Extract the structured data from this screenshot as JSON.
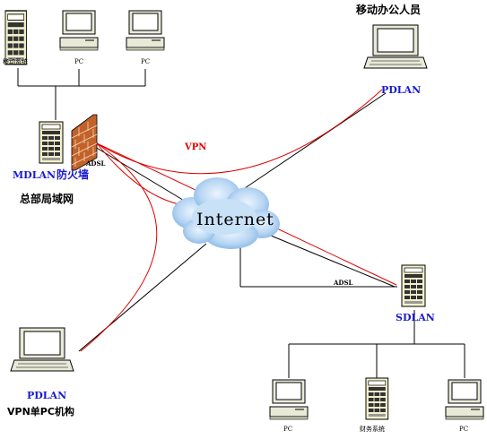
{
  "top_lan": {
    "server_label": "移动系统",
    "pc1_label": "PC",
    "pc2_label": "PC"
  },
  "hq": {
    "device_label": "MDLAN",
    "firewall_label": "防火墙",
    "lan_label": "总部局域网",
    "link_label": "ADSL"
  },
  "mobile": {
    "title": "移动办公人员",
    "device_label": "PDLAN"
  },
  "vpn_label": "VPN",
  "internet_label": "Internet",
  "branch": {
    "device_label": "SDLAN",
    "link_label": "ADSL",
    "pc1_label": "PC",
    "server_label": "财务系统",
    "pc2_label": "PC"
  },
  "single_pc": {
    "device_label": "PDLAN",
    "title": "VPN单PC机构"
  },
  "colors": {
    "vpn_tunnel": "#dd0000",
    "device_label": "#1a1ad0",
    "firewall_brick": "#c2622a",
    "device_body": "#f2f2cc",
    "cloud": "#a6cbee"
  }
}
